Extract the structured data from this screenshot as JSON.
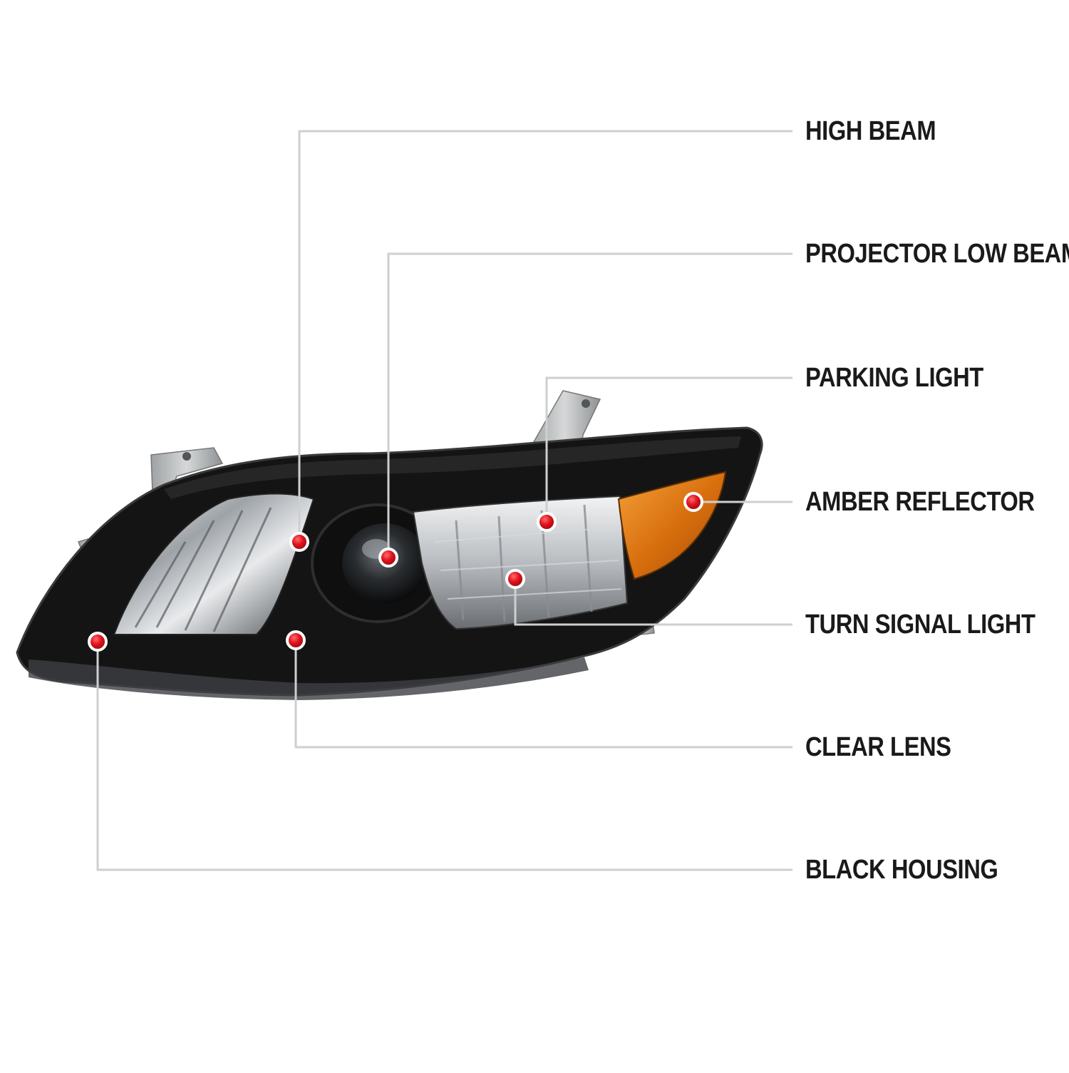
{
  "colors": {
    "leader_line": "#cfcfcf",
    "callout_dot": "#e0121b",
    "housing": "#141414",
    "amber": "#e07a12",
    "bracket": "#b9bcbd"
  },
  "callouts": [
    {
      "id": "high-beam",
      "label": "HIGH BEAM"
    },
    {
      "id": "projector-low-beam",
      "label": "PROJECTOR LOW BEAM"
    },
    {
      "id": "parking-light",
      "label": "PARKING LIGHT"
    },
    {
      "id": "amber-reflector",
      "label": "AMBER REFLECTOR"
    },
    {
      "id": "turn-signal-light",
      "label": "TURN SIGNAL LIGHT"
    },
    {
      "id": "clear-lens",
      "label": "CLEAR LENS"
    },
    {
      "id": "black-housing",
      "label": "BLACK HOUSING"
    }
  ]
}
